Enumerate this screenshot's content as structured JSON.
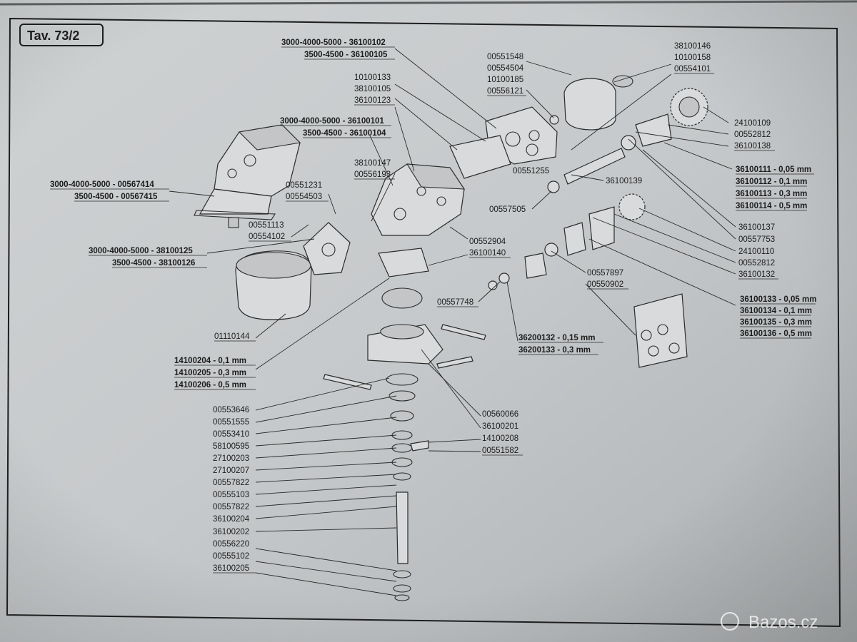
{
  "table_tag": "Tav. 73/2",
  "watermark": "Bazos.cz",
  "labels": {
    "l1": "3000-4000-5000 - 36100102",
    "l2": "3500-4500 - 36100105",
    "l3": "10100133",
    "l4": "38100105",
    "l5": "36100123",
    "l6": "3000-4000-5000 - 36100101",
    "l7": "3500-4500 - 36100104",
    "l8": "38100147",
    "l9": "00556193",
    "l10": "3000-4000-5000 - 00567414",
    "l11": "3500-4500 - 00567415",
    "l12": "00551231",
    "l13": "00554503",
    "l14": "00551113",
    "l15": "00554102",
    "l16": "3000-4000-5000 - 38100125",
    "l17": "3500-4500 - 38100126",
    "l18": "00552904",
    "l19": "36100140",
    "l20": "00551548",
    "l21": "00554504",
    "l22": "10100185",
    "l23": "00556121",
    "l24": "38100146",
    "l25": "10100158",
    "l26": "00554101",
    "l27": "24100109",
    "l28": "00552812",
    "l29": "36100138",
    "l30": "00551255",
    "l31": "36100139",
    "l32": "36100111 - 0,05 mm",
    "l33": "36100112 - 0,1 mm",
    "l34": "36100113 - 0,3 mm",
    "l35": "36100114 - 0,5 mm",
    "l36": "00557505",
    "l37": "36100137",
    "l38": "00557753",
    "l39": "24100110",
    "l40": "00552812",
    "l41": "36100132",
    "l42": "00557897",
    "l43": "00550902",
    "l44": "36100133 - 0,05 mm",
    "l45": "36100134 - 0,1 mm",
    "l46": "36100135 - 0,3 mm",
    "l47": "36100136 - 0,5 mm",
    "l48": "00557748",
    "l49": "36200132 - 0,15 mm",
    "l50": "36200133 - 0,3 mm",
    "l51": "01110144",
    "l52": "14100204 - 0,1 mm",
    "l53": "14100205 - 0,3 mm",
    "l54": "14100206 - 0,5 mm",
    "l55": "00553646",
    "l56": "00551555",
    "l57": "00553410",
    "l58": "58100595",
    "l59": "27100203",
    "l60": "27100207",
    "l61": "00557822",
    "l62": "00555103",
    "l63": "00557822",
    "l64": "36100204",
    "l65": "36100202",
    "l66": "00556220",
    "l67": "00555102",
    "l68": "36100205",
    "l69": "00560066",
    "l70": "36100201",
    "l71": "14100208",
    "l72": "00551582"
  }
}
